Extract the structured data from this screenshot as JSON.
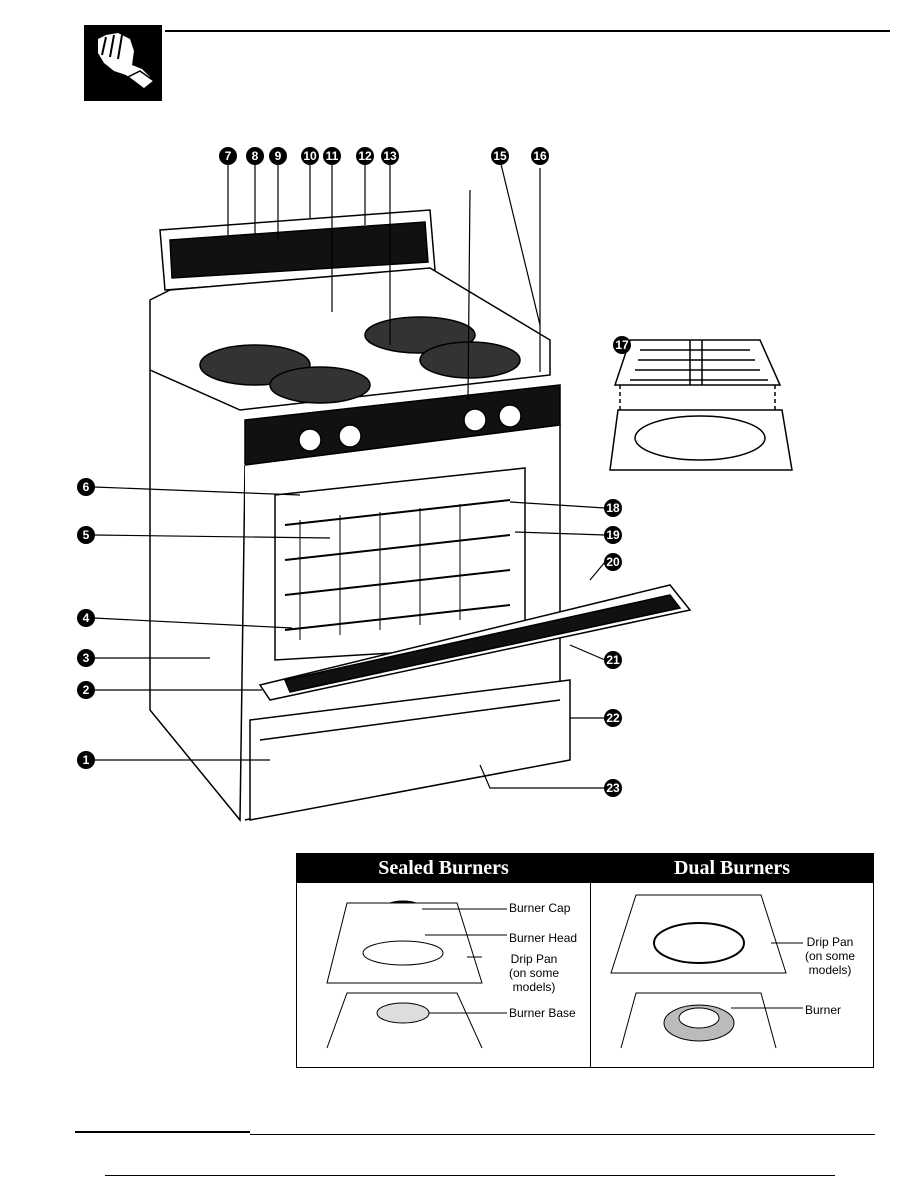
{
  "header": {
    "icon": "hand-pressing-button-icon"
  },
  "range_diagram": {
    "top_callouts": [
      "7",
      "8",
      "9",
      "10",
      "11",
      "12",
      "13",
      "15",
      "16"
    ],
    "left_callouts": [
      "6",
      "5",
      "4",
      "3",
      "2",
      "1"
    ],
    "right_callouts": [
      "18",
      "19",
      "20",
      "21",
      "22",
      "23"
    ],
    "inset_callout": "17",
    "icons": {
      "range": "gas-range-illustration",
      "broiler_pan": "broiler-pan-icon"
    }
  },
  "sealed_burners": {
    "title": "Sealed Burners",
    "labels": {
      "cap": "Burner Cap",
      "head": "Burner Head",
      "drip_pan": "Drip Pan\n(on some\nmodels)",
      "base": "Burner Base"
    }
  },
  "dual_burners": {
    "title": "Dual Burners",
    "labels": {
      "drip_pan": "Drip Pan\n(on some\nmodels)",
      "burner": "Burner"
    }
  }
}
